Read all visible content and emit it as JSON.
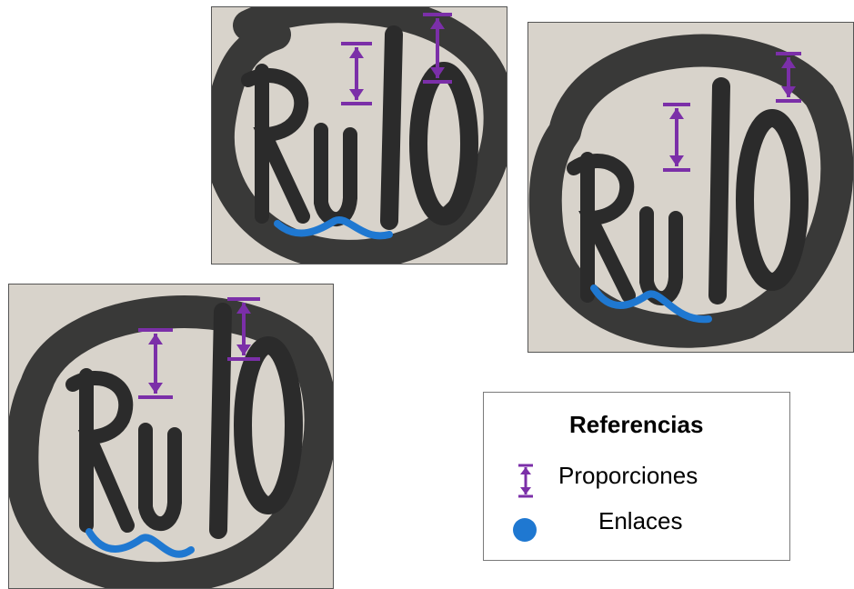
{
  "colors": {
    "proportion_marker": "#7b2fa8",
    "link_marker": "#1f78d1",
    "ink": "#2b2b2b",
    "paper": "#d8d3cb"
  },
  "panels": [
    {
      "name": "top",
      "depicts": "Rulo"
    },
    {
      "name": "right",
      "depicts": "Rulo"
    },
    {
      "name": "bottom",
      "depicts": "Rulo"
    }
  ],
  "legend": {
    "title": "Referencias",
    "items": [
      {
        "icon": "double-arrow-icon",
        "label": "Proporciones"
      },
      {
        "icon": "dot-icon",
        "label": "Enlaces"
      }
    ]
  }
}
